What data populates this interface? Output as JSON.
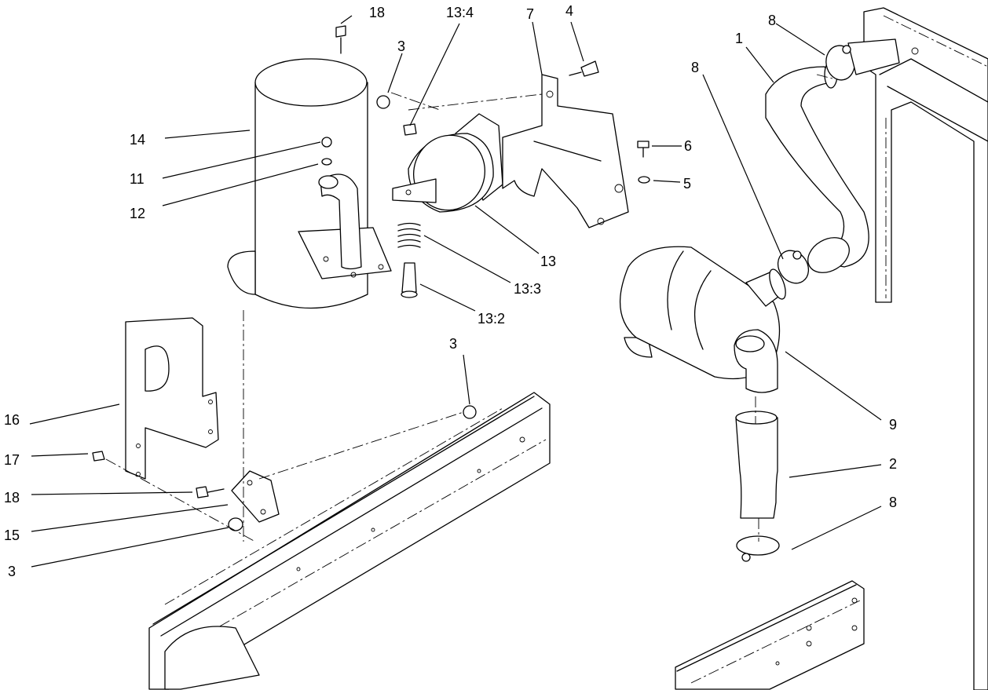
{
  "callouts": {
    "c1": "1",
    "c2": "2",
    "c3a": "3",
    "c3b": "3",
    "c3c": "3",
    "c4": "4",
    "c5": "5",
    "c6": "6",
    "c7": "7",
    "c8a": "8",
    "c8b": "8",
    "c8c": "8",
    "c9": "9",
    "c11": "11",
    "c12": "12",
    "c13": "13",
    "c13_2": "13:2",
    "c13_3": "13:3",
    "c13_4": "13:4",
    "c14": "14",
    "c15": "15",
    "c16": "16",
    "c17": "17",
    "c18a": "18",
    "c18b": "18"
  }
}
